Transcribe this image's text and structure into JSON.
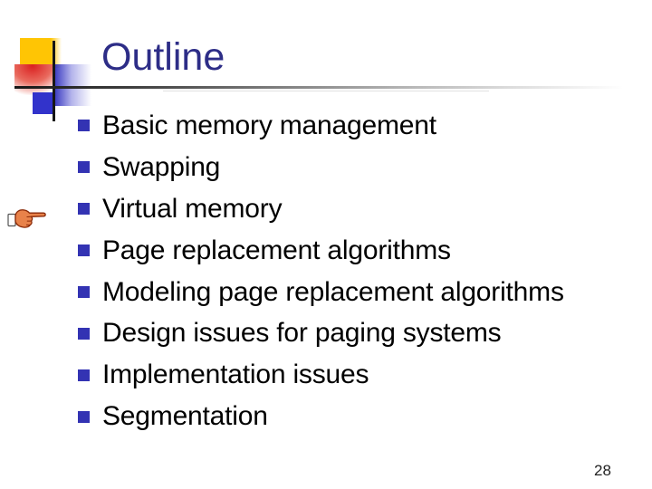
{
  "slide": {
    "title": "Outline",
    "bullet_items": [
      {
        "label": "Basic memory management"
      },
      {
        "label": "Swapping"
      },
      {
        "label": "Virtual memory"
      },
      {
        "label": "Page replacement algorithms"
      },
      {
        "label": "Modeling page replacement algorithms"
      },
      {
        "label": "Design issues for paging systems"
      },
      {
        "label": "Implementation issues"
      },
      {
        "label": "Segmentation"
      }
    ],
    "pointer": {
      "icon": "pointing-hand-icon",
      "points_at": "Virtual memory"
    },
    "page_number": "28"
  },
  "colors": {
    "slide-bg": "#ffffff",
    "title-text": "#2d2d87",
    "body-text": "#000000",
    "bullet-blue": "#3333b3",
    "accent-yellow": "#ffc504",
    "accent-red": "#da2020",
    "accent-blue": "#3233cb",
    "hand-fill": "#e8824a",
    "hand-outline": "#8a2a08"
  }
}
